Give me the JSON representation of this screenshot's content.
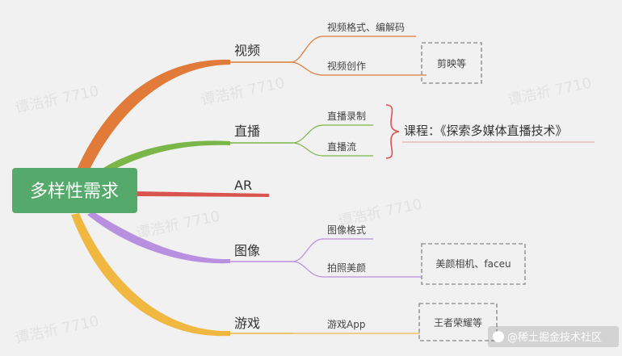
{
  "root": {
    "label": "多样性需求",
    "color": "#55a96a"
  },
  "branches": [
    {
      "label": "视频",
      "color": "#e07b39",
      "children": [
        "视频格式、编解码",
        "视频创作"
      ],
      "note": "剪映等"
    },
    {
      "label": "直播",
      "color": "#7ab648",
      "children": [
        "直播录制",
        "直播流"
      ],
      "course": "课程：《探索多媒体直播技术》"
    },
    {
      "label": "AR",
      "color": "#d9534f",
      "children": []
    },
    {
      "label": "图像",
      "color": "#b98fe0",
      "children": [
        "图像格式",
        "拍照美颜"
      ],
      "note": "美颜相机、faceu"
    },
    {
      "label": "游戏",
      "color": "#f0b840",
      "children": [
        "游戏App"
      ],
      "note": "王者荣耀等"
    }
  ],
  "watermark": "谭浩祈 7710",
  "brand": "@稀土掘金技术社区",
  "brand_icon": "juejin-logo-icon"
}
